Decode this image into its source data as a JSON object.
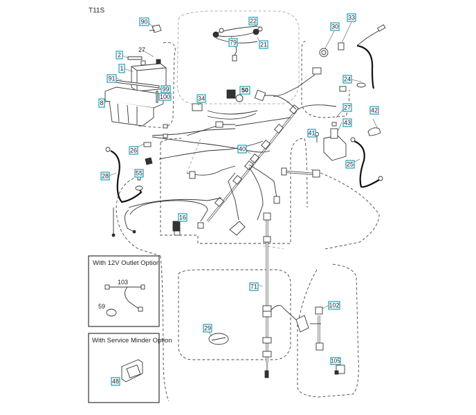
{
  "diagram": {
    "model_code": "T11S",
    "callout_color": "#28a8c0",
    "callouts": [
      {
        "id": "c90",
        "label": "90"
      },
      {
        "id": "c2",
        "label": "2"
      },
      {
        "id": "c27a",
        "label": "27"
      },
      {
        "id": "c1",
        "label": "1"
      },
      {
        "id": "c91",
        "label": "91"
      },
      {
        "id": "c99",
        "label": "99"
      },
      {
        "id": "c100",
        "label": "100"
      },
      {
        "id": "c8",
        "label": "8"
      },
      {
        "id": "c22",
        "label": "22"
      },
      {
        "id": "c79",
        "label": "79"
      },
      {
        "id": "c21",
        "label": "21"
      },
      {
        "id": "c30",
        "label": "30"
      },
      {
        "id": "c33",
        "label": "33"
      },
      {
        "id": "c24",
        "label": "24"
      },
      {
        "id": "c34",
        "label": "34"
      },
      {
        "id": "c50",
        "label": "50"
      },
      {
        "id": "c27b",
        "label": "27"
      },
      {
        "id": "c42",
        "label": "42"
      },
      {
        "id": "c43",
        "label": "43"
      },
      {
        "id": "c41",
        "label": "41"
      },
      {
        "id": "c25",
        "label": "25"
      },
      {
        "id": "c26",
        "label": "26"
      },
      {
        "id": "c40",
        "label": "40"
      },
      {
        "id": "c28",
        "label": "28"
      },
      {
        "id": "c55",
        "label": "55"
      },
      {
        "id": "c16",
        "label": "16"
      },
      {
        "id": "c71",
        "label": "71"
      },
      {
        "id": "c102",
        "label": "102"
      },
      {
        "id": "c29",
        "label": "29"
      },
      {
        "id": "c105",
        "label": "105"
      },
      {
        "id": "c48",
        "label": "48"
      }
    ],
    "insets": [
      {
        "title": "With 12V Outlet Option",
        "parts": [
          {
            "label": "103"
          },
          {
            "label": "59"
          }
        ]
      },
      {
        "title": "With Service Minder Option",
        "parts": [
          {
            "label": "48"
          }
        ]
      }
    ]
  }
}
